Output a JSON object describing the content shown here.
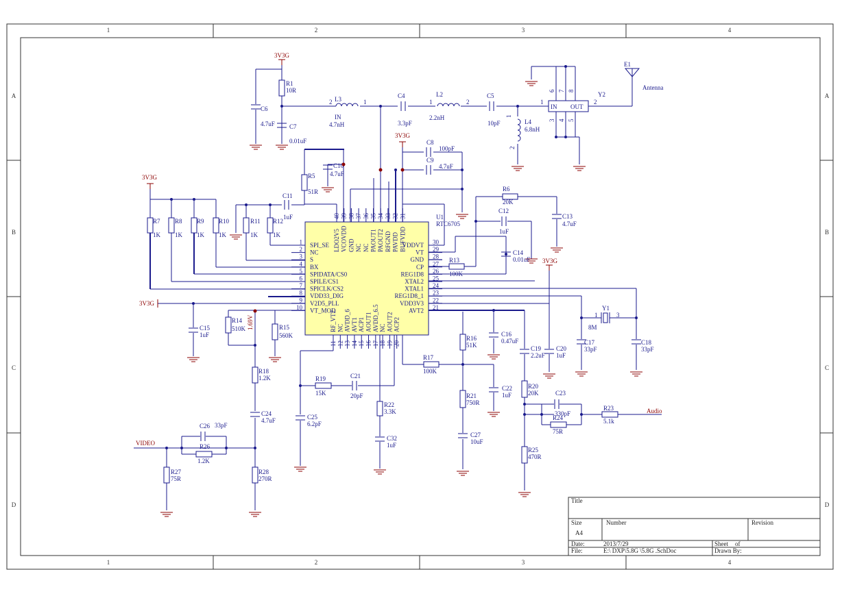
{
  "frame": {
    "cols": [
      "1",
      "2",
      "3",
      "4"
    ],
    "rows": [
      "A",
      "B",
      "C",
      "D"
    ]
  },
  "chip": {
    "ref": "U1",
    "part": "RTC6705",
    "left_pins": [
      {
        "num": "1",
        "name": "SPI_SE"
      },
      {
        "num": "2",
        "name": "NC"
      },
      {
        "num": "3",
        "name": "S"
      },
      {
        "num": "4",
        "name": "BX"
      },
      {
        "num": "5",
        "name": "SPIDATA/CS0"
      },
      {
        "num": "6",
        "name": "SPILE/CS1"
      },
      {
        "num": "7",
        "name": "SPICLK/CS2"
      },
      {
        "num": "8",
        "name": "VDD33_DIG"
      },
      {
        "num": "9",
        "name": "V2D5_PLL"
      },
      {
        "num": "10",
        "name": "VT_MOD"
      }
    ],
    "right_pins": [
      {
        "num": "30",
        "name": "VDDVT"
      },
      {
        "num": "29",
        "name": "VT"
      },
      {
        "num": "28",
        "name": "GND"
      },
      {
        "num": "27",
        "name": "CP"
      },
      {
        "num": "26",
        "name": "REG1D8"
      },
      {
        "num": "25",
        "name": "XTAL2"
      },
      {
        "num": "24",
        "name": "XTAL1"
      },
      {
        "num": "23",
        "name": "REG1D8_1"
      },
      {
        "num": "22",
        "name": "VDD3V3"
      },
      {
        "num": "21",
        "name": "AVT2"
      }
    ],
    "top_pins": [
      {
        "num": "40",
        "name": "LDO2V5"
      },
      {
        "num": "39",
        "name": "VCOVDD"
      },
      {
        "num": "38",
        "name": "GND"
      },
      {
        "num": "37",
        "name": "NC"
      },
      {
        "num": "36",
        "name": "NC"
      },
      {
        "num": "35",
        "name": "PAOUT1"
      },
      {
        "num": "34",
        "name": "PAOUT2"
      },
      {
        "num": "33",
        "name": "RFGND"
      },
      {
        "num": "32",
        "name": "PAVDD"
      },
      {
        "num": "31",
        "name": "BUFVDD"
      }
    ],
    "bottom_pins": [
      {
        "num": "11",
        "name": "RF_VT2"
      },
      {
        "num": "12",
        "name": "NC"
      },
      {
        "num": "13",
        "name": "AVDD_6"
      },
      {
        "num": "14",
        "name": "AVT1"
      },
      {
        "num": "15",
        "name": "ACP1"
      },
      {
        "num": "16",
        "name": "AOUT1"
      },
      {
        "num": "17",
        "name": "AVDD_6.5"
      },
      {
        "num": "18",
        "name": "NC"
      },
      {
        "num": "19",
        "name": "AOUT2"
      },
      {
        "num": "20",
        "name": "ACP2"
      }
    ]
  },
  "power": {
    "v3v3g": "3V3G"
  },
  "nets": {
    "video": "VIDEO",
    "audio": "Audio",
    "antenna": "Antenna",
    "v169": "1.69V"
  },
  "parts": {
    "R1": {
      "ref": "R1",
      "val": "10R"
    },
    "C6": {
      "ref": "C6",
      "val": "4.7uF"
    },
    "C7": {
      "ref": "C7",
      "val": "0.01uF"
    },
    "L3": {
      "ref": "L3",
      "val": "4.7nH",
      "pin_a": "2",
      "pin_b": "1",
      "tag": "IN"
    },
    "C4": {
      "ref": "C4",
      "val": "3.3pF"
    },
    "L2": {
      "ref": "L2",
      "val": "2.2nH",
      "pin_a": "1",
      "pin_b": "2"
    },
    "C5": {
      "ref": "C5",
      "val": "10pF"
    },
    "L4": {
      "ref": "L4",
      "val": "6.8nH",
      "pin_a": "1",
      "pin_b": "2"
    },
    "Y2": {
      "ref": "Y2",
      "in": "IN",
      "out": "OUT",
      "p1": "1",
      "p2": "2",
      "p3": "3",
      "p4": "4",
      "p5": "5",
      "p6": "6",
      "p7": "7",
      "p8": "8"
    },
    "E1": {
      "ref": "E1"
    },
    "C8": {
      "ref": "C8",
      "val": "100pF"
    },
    "C9": {
      "ref": "C9",
      "val": "4.7uF"
    },
    "C10": {
      "ref": "C10",
      "val": "4.7uF"
    },
    "R5": {
      "ref": "R5",
      "val": "51R"
    },
    "C11": {
      "ref": "C11",
      "val": "1uF"
    },
    "R7": {
      "ref": "R7",
      "val": "1K"
    },
    "R8": {
      "ref": "R8",
      "val": "1K"
    },
    "R9": {
      "ref": "R9",
      "val": "1K"
    },
    "R10": {
      "ref": "R10",
      "val": "1K"
    },
    "R11": {
      "ref": "R11",
      "val": "1K"
    },
    "R12": {
      "ref": "R12",
      "val": "1K"
    },
    "R6": {
      "ref": "R6",
      "val": "20K"
    },
    "C12": {
      "ref": "C12",
      "val": "1uF"
    },
    "C13": {
      "ref": "C13",
      "val": "4.7uF"
    },
    "C14": {
      "ref": "C14",
      "val": "0.01uF"
    },
    "R13": {
      "ref": "R13",
      "val": "100K"
    },
    "C15": {
      "ref": "C15",
      "val": "1uF"
    },
    "R14": {
      "ref": "R14",
      "val": "510K"
    },
    "R15": {
      "ref": "R15",
      "val": "560K"
    },
    "R16": {
      "ref": "R16",
      "val": "51K"
    },
    "C16": {
      "ref": "C16",
      "val": "0.47uF"
    },
    "C19": {
      "ref": "C19",
      "val": "2.2uF"
    },
    "C20": {
      "ref": "C20",
      "val": "1uF"
    },
    "Y1": {
      "ref": "Y1",
      "val": "8M",
      "p1": "1",
      "p3": "3"
    },
    "C17": {
      "ref": "C17",
      "val": "33pF"
    },
    "C18": {
      "ref": "C18",
      "val": "33pF"
    },
    "R17": {
      "ref": "R17",
      "val": "100K"
    },
    "C22": {
      "ref": "C22",
      "val": "1uF"
    },
    "R21": {
      "ref": "R21",
      "val": "750R"
    },
    "C27": {
      "ref": "C27",
      "val": "10uF"
    },
    "R20": {
      "ref": "R20",
      "val": "20K"
    },
    "C23": {
      "ref": "C23",
      "val": "330pF"
    },
    "R24": {
      "ref": "R24",
      "val": "75R"
    },
    "R23": {
      "ref": "R23",
      "val": "5.1k"
    },
    "R25": {
      "ref": "R25",
      "val": "470R"
    },
    "R18": {
      "ref": "R18",
      "val": "1.2K"
    },
    "C24": {
      "ref": "C24",
      "val": "4.7uF"
    },
    "C26": {
      "ref": "C26",
      "val": "33pF"
    },
    "R26": {
      "ref": "R26",
      "val": "1.2K"
    },
    "R27": {
      "ref": "R27",
      "val": "75R"
    },
    "R28": {
      "ref": "R28",
      "val": "270R"
    },
    "R19": {
      "ref": "R19",
      "val": "15K"
    },
    "C21": {
      "ref": "C21",
      "val": "20pF"
    },
    "C25": {
      "ref": "C25",
      "val": "6.2pF"
    },
    "R22": {
      "ref": "R22",
      "val": "3.3K"
    },
    "C32": {
      "ref": "C32",
      "val": "1uF"
    }
  },
  "title_block": {
    "title_label": "Title",
    "size_label": "Size",
    "size_value": "A4",
    "number_label": "Number",
    "revision_label": "Revision",
    "date_label": "Date:",
    "date_value": "2013/7/29",
    "sheet_label": "Sheet",
    "of_label": "of",
    "file_label": "File:",
    "file_value": "E:\\    DXP\\5.8G    \\5.8G    .SchDoc",
    "drawn_label": "Drawn By:"
  }
}
